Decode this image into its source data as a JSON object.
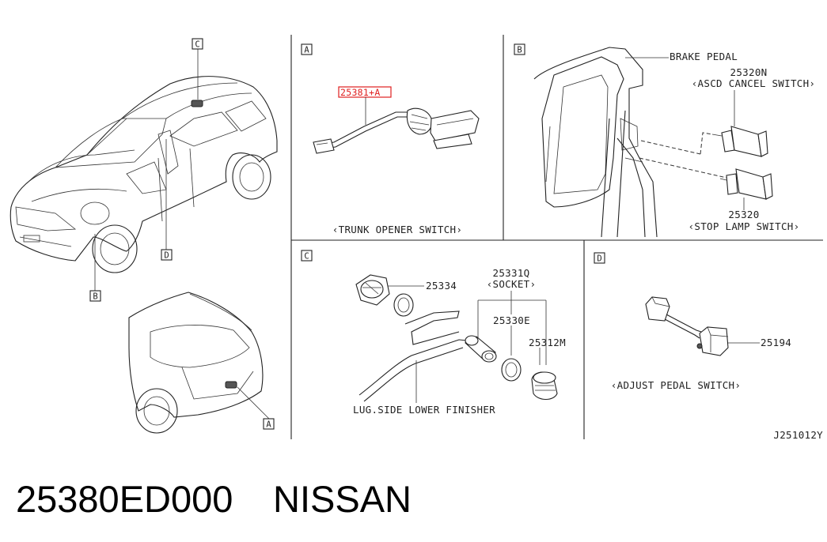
{
  "sections": {
    "a": {
      "tag": "A",
      "caption": "‹TRUNK OPENER SWITCH›",
      "highlighted_part": "25381+A"
    },
    "b": {
      "tag": "B",
      "brake_pedal": "BRAKE PEDAL",
      "ascd_part": "25320N",
      "ascd_name": "‹ASCD CANCEL SWITCH›",
      "stop_part": "25320",
      "stop_name": "‹STOP LAMP SWITCH›"
    },
    "c": {
      "tag": "C",
      "p25334": "25334",
      "p25331q": "25331Q",
      "socket": "‹SOCKET›",
      "p25330e": "25330E",
      "p25312m": "25312M",
      "finisher": "LUG.SIDE LOWER FINISHER"
    },
    "d": {
      "tag": "D",
      "p25194": "25194",
      "caption": "‹ADJUST PEDAL SWITCH›"
    }
  },
  "vehicle_markers": {
    "c": "C",
    "d": "D",
    "b": "B",
    "a": "A"
  },
  "diagram_code": "J251012Y",
  "footer": {
    "part_number": "25380ED000",
    "brand": "NISSAN"
  },
  "highlight_color": "#e02020"
}
